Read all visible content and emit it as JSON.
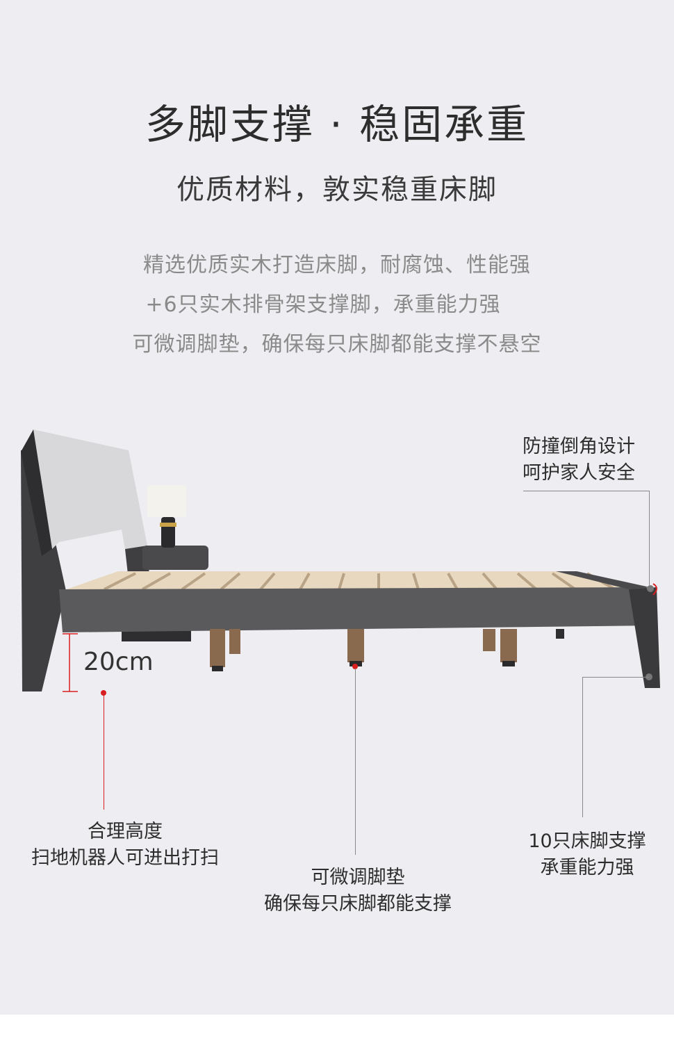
{
  "title": "多脚支撑 · 稳固承重",
  "subtitle": "优质材料，敦实稳重床脚",
  "description": [
    "精选优质实木打造床脚，耐腐蚀、性能强",
    "+6只实木排骨架支撑脚，承重能力强",
    "可微调脚垫，确保每只床脚都能支撑不悬空"
  ],
  "height_label": "20cm",
  "callouts": {
    "corner": [
      "防撞倒角设计",
      "呵护家人安全"
    ],
    "height": [
      "合理高度",
      "扫地机器人可进出打扫"
    ],
    "pad": [
      "可微调脚垫",
      "确保每只床脚都能支撑"
    ],
    "legs": [
      "10只床脚支撑",
      "承重能力强"
    ]
  },
  "colors": {
    "background": "#eeeef2",
    "frame": "#4a4a4c",
    "slat": "#e8d8bf",
    "leg_wood": "#8a6a4e",
    "accent": "#d81e1e"
  }
}
